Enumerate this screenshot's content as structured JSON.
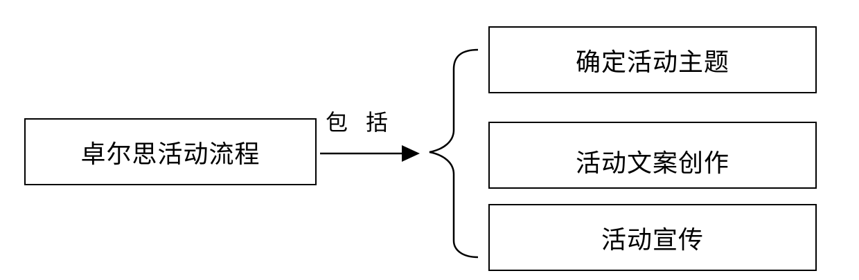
{
  "diagram": {
    "root": {
      "label": "卓尔思活动流程"
    },
    "connector": {
      "label": "包括"
    },
    "children": [
      {
        "label": "确定活动主题"
      },
      {
        "label": "活动文案创作"
      },
      {
        "label": "活动宣传"
      }
    ]
  },
  "colors": {
    "stroke": "#000000",
    "background": "#ffffff"
  }
}
